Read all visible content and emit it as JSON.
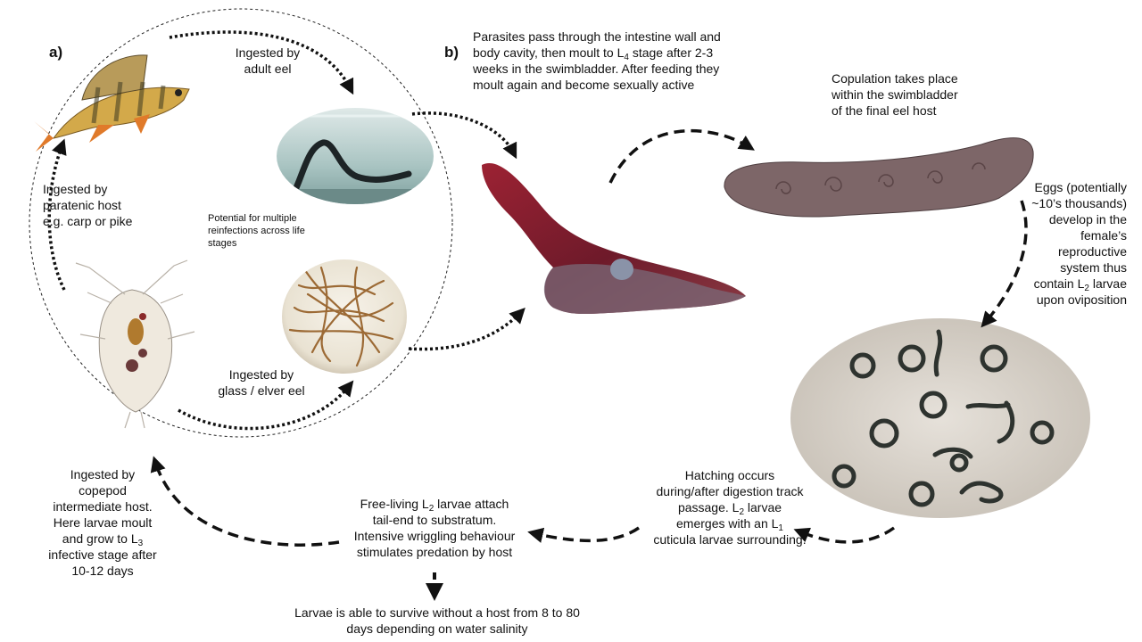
{
  "panels": {
    "a": "a)",
    "b": "b)"
  },
  "labels": {
    "ingested_adult_eel": "Ingested by\nadult eel",
    "ingested_paratenic": "Ingested by\nparatenic host\ne.g. carp or pike",
    "reinfection": "Potential for multiple\nreinfections across life\nstages",
    "ingested_glass_eel": "Ingested by\nglass / elver eel",
    "parasites_pass": [
      "Parasites pass through the intestine wall and",
      "body cavity, then moult  to L",
      "4",
      " stage after 2-3",
      "weeks in the swimbladder. After feeding they",
      "moult again and become sexually active"
    ],
    "copulation": "Copulation takes place\nwithin  the swimbladder\nof the final eel host",
    "eggs": [
      "Eggs (potentially",
      "~10’s thousands)",
      "develop in the",
      "female’s",
      "reproductive",
      "system thus",
      "contain L",
      "2",
      " larvae",
      "upon oviposition"
    ],
    "hatching": [
      "Hatching occurs",
      "during/after digestion track",
      "passage. L",
      "2",
      " larvae",
      "emerges  with an L",
      "1",
      "cuticula larvae surrounding."
    ],
    "free_living": [
      "Free-living L",
      "2",
      " larvae attach",
      "tail-end to substratum.",
      "Intensive wriggling behaviour",
      "stimulates  predation by host"
    ],
    "survive": "Larvae is able to survive without a host from 8 to 80\ndays depending on water salinity",
    "copepod": [
      "Ingested by",
      "copepod",
      "intermediate host.",
      "Here larvae moult",
      "and grow to L",
      "3",
      "infective stage after",
      "10-12 days"
    ]
  },
  "colors": {
    "arrow": "#111111",
    "fish_body": "#d8b24a",
    "fish_fins": "#e0782a",
    "tank_water": "#b8cfcc",
    "eel": "#1d2426",
    "dish": "#ece6d8",
    "elvers": "#9c6a35",
    "swimbladder_red": "#8c1f2e",
    "swimbladder_grey": "#7a6668",
    "larvae_dish": "#d6d0c8",
    "larvae": "#2e332f"
  },
  "icons": [
    "perch-fish-image",
    "adult-eel-tank-image",
    "elvers-dish-image",
    "copepod-image",
    "infected-swimbladder-image",
    "opened-swimbladder-image",
    "larvae-dish-image"
  ]
}
